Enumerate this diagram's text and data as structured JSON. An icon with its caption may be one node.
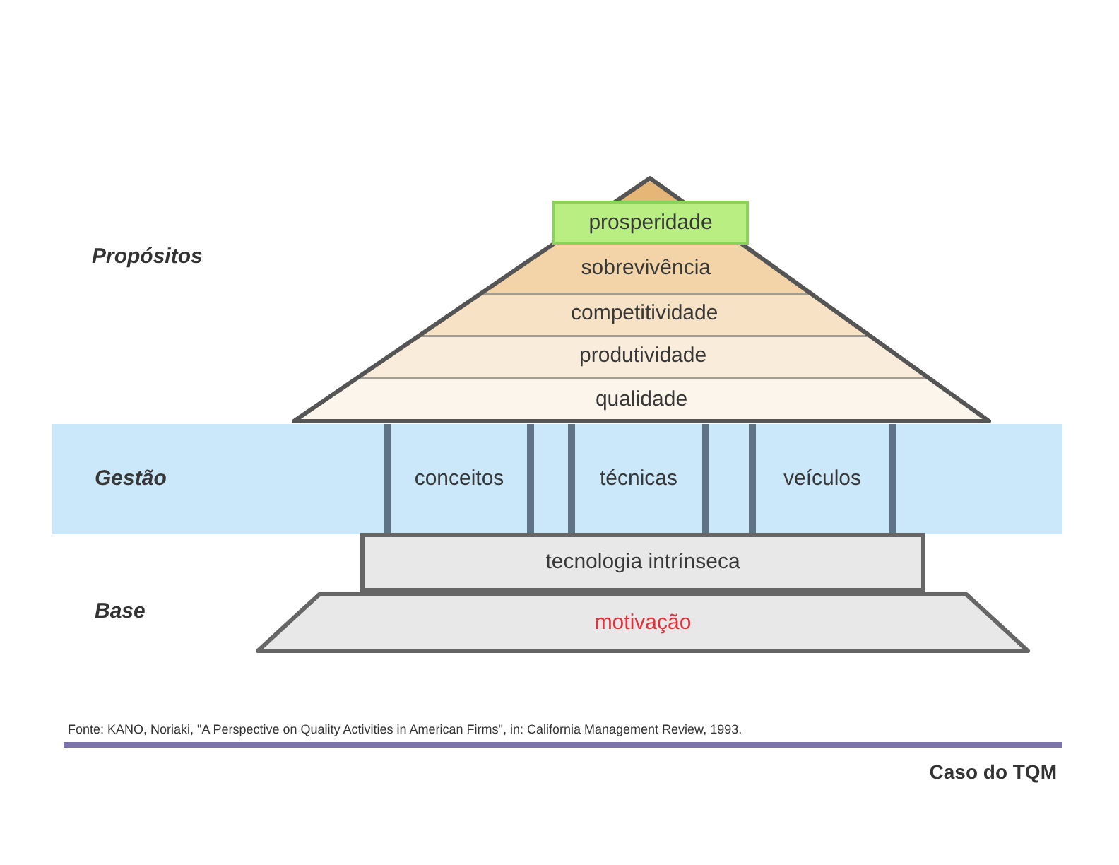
{
  "diagram": {
    "nodes": [
      {
        "text": [
          "prosperidade"
        ]
      },
      {
        "text": [
          "sobrevivência"
        ]
      },
      {
        "text": [
          "competitividade"
        ]
      },
      {
        "text": [
          "produtividade"
        ]
      },
      {
        "text": [
          "qualidade"
        ]
      },
      {
        "text": [
          "Gestão"
        ]
      },
      {
        "text": [
          "conceitos"
        ],
        "in": 5
      },
      {
        "text": [
          "técnicas"
        ],
        "in": 5
      },
      {
        "text": [
          "veículos"
        ],
        "in": 5
      },
      {
        "text": [
          "tecnologia intrínseca"
        ]
      },
      {
        "text": [
          "motivação"
        ]
      }
    ],
    "labels": [
      "Propósitos",
      "Base",
      "Fonte: KANO, Noriaki, \"A Perspective on Quality Activities in American Firms\", in: California Management Review, 1993.",
      "Caso do TQM"
    ]
  }
}
